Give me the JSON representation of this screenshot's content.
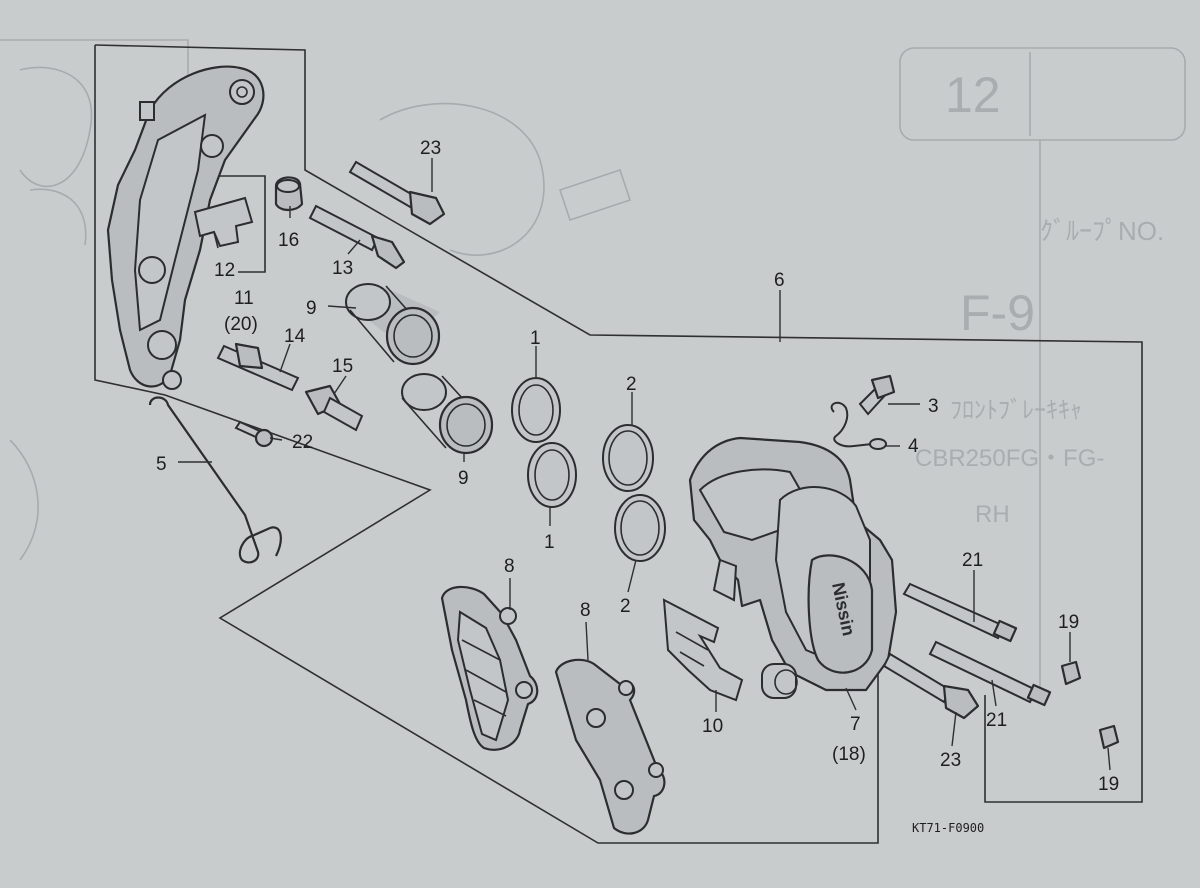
{
  "diagram": {
    "drawing_code": "KT71-F0900",
    "background": {
      "plate_number": "12",
      "title_fragment": "F-9",
      "caption_lines": [
        "ﾌﾛﾝﾄﾌﾞﾚｰｷｷｬ",
        "CBR250FG・FG-",
        "RH"
      ],
      "ref_fragment": "ｸﾞﾙｰﾌﾟNO."
    },
    "part_labels": [
      {
        "id": "p23a",
        "text": "23"
      },
      {
        "id": "p16",
        "text": "16"
      },
      {
        "id": "p13",
        "text": "13"
      },
      {
        "id": "p12",
        "text": "12"
      },
      {
        "id": "p11",
        "text": "11"
      },
      {
        "id": "p20",
        "text": "(20)"
      },
      {
        "id": "p6",
        "text": "6"
      },
      {
        "id": "p9a",
        "text": "9"
      },
      {
        "id": "p14",
        "text": "14"
      },
      {
        "id": "p15",
        "text": "15"
      },
      {
        "id": "p22",
        "text": "22"
      },
      {
        "id": "p1a",
        "text": "1"
      },
      {
        "id": "p2a",
        "text": "2"
      },
      {
        "id": "p3",
        "text": "3"
      },
      {
        "id": "p4",
        "text": "4"
      },
      {
        "id": "p9b",
        "text": "9"
      },
      {
        "id": "p5",
        "text": "5"
      },
      {
        "id": "p1b",
        "text": "1"
      },
      {
        "id": "p2b",
        "text": "2"
      },
      {
        "id": "p8a",
        "text": "8"
      },
      {
        "id": "p8b",
        "text": "8"
      },
      {
        "id": "p21a",
        "text": "21"
      },
      {
        "id": "p19a",
        "text": "19"
      },
      {
        "id": "p21b",
        "text": "21"
      },
      {
        "id": "p10",
        "text": "10"
      },
      {
        "id": "p7",
        "text": "7"
      },
      {
        "id": "p18",
        "text": "(18)"
      },
      {
        "id": "p23b",
        "text": "23"
      },
      {
        "id": "p19b",
        "text": "19"
      }
    ],
    "caliper_brand": "Nissin",
    "colors": {
      "paper": "#c9cccd",
      "ink": "#2b2d2e",
      "ghost": "#a7abad"
    }
  }
}
